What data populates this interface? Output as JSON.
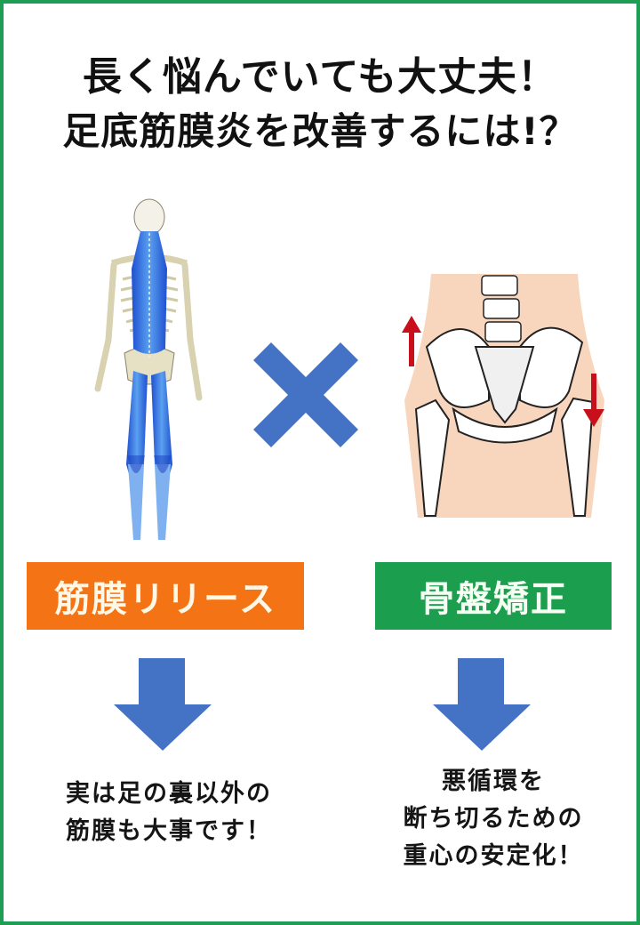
{
  "title": {
    "line1": "長く悩んでいても大丈夫！",
    "line2": "足底筋膜炎を改善するには!？"
  },
  "illustrations": {
    "left": "back-muscle-fascia-skeleton",
    "operator": "multiply-cross",
    "right": "pelvis-tilt-with-arrows"
  },
  "labels": {
    "left": "筋膜リリース",
    "right": "骨盤矯正"
  },
  "captions": {
    "left": [
      "実は足の裏以外の",
      "筋膜も大事です！"
    ],
    "right": [
      "悪循環を",
      "断ち切るための",
      "重心の安定化！"
    ]
  },
  "colors": {
    "border": "#1e9e55",
    "orange_label": "#f47314",
    "green_label": "#1c9e4f",
    "arrow_blue": "#4472c4",
    "tilt_arrow_red": "#c8101c",
    "skin": "#f7d6bd"
  }
}
